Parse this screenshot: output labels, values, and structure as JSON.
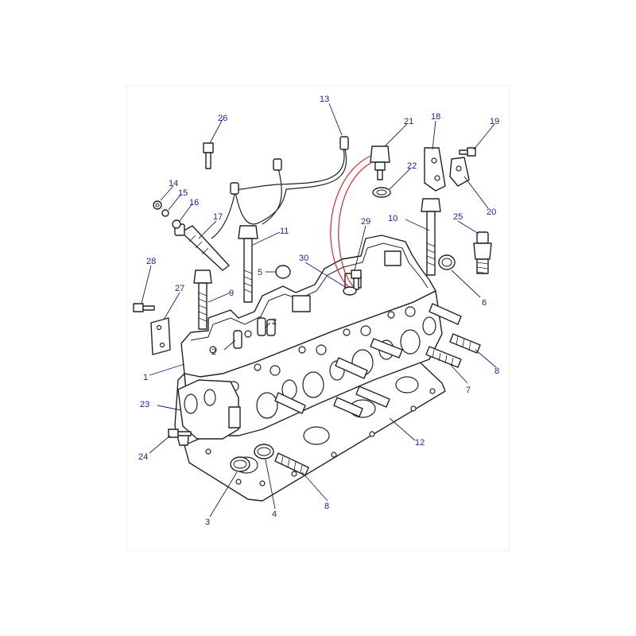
{
  "diagram": {
    "callouts": [
      {
        "id": "c1",
        "label": "1"
      },
      {
        "id": "c2a",
        "label": "2"
      },
      {
        "id": "c2b",
        "label": "2"
      },
      {
        "id": "c3",
        "label": "3"
      },
      {
        "id": "c4",
        "label": "4"
      },
      {
        "id": "c5",
        "label": "5"
      },
      {
        "id": "c6",
        "label": "6"
      },
      {
        "id": "c7",
        "label": "7"
      },
      {
        "id": "c8a",
        "label": "8"
      },
      {
        "id": "c8b",
        "label": "8"
      },
      {
        "id": "c9",
        "label": "9"
      },
      {
        "id": "c10",
        "label": "10"
      },
      {
        "id": "c11",
        "label": "11"
      },
      {
        "id": "c12",
        "label": "12"
      },
      {
        "id": "c13",
        "label": "13"
      },
      {
        "id": "c14",
        "label": "14"
      },
      {
        "id": "c15",
        "label": "15"
      },
      {
        "id": "c16",
        "label": "16"
      },
      {
        "id": "c17",
        "label": "17"
      },
      {
        "id": "c18",
        "label": "18"
      },
      {
        "id": "c19",
        "label": "19"
      },
      {
        "id": "c20",
        "label": "20"
      },
      {
        "id": "c21",
        "label": "21"
      },
      {
        "id": "c22",
        "label": "22"
      },
      {
        "id": "c23",
        "label": "23"
      },
      {
        "id": "c24",
        "label": "24"
      },
      {
        "id": "c25",
        "label": "25"
      },
      {
        "id": "c26",
        "label": "26"
      },
      {
        "id": "c27",
        "label": "27"
      },
      {
        "id": "c28",
        "label": "28"
      },
      {
        "id": "c29",
        "label": "29"
      },
      {
        "id": "c30",
        "label": "30"
      }
    ],
    "colors": {
      "line": "#222222",
      "callout_text": "#1f1f8f",
      "sensor_wire": "#d9262e"
    }
  }
}
